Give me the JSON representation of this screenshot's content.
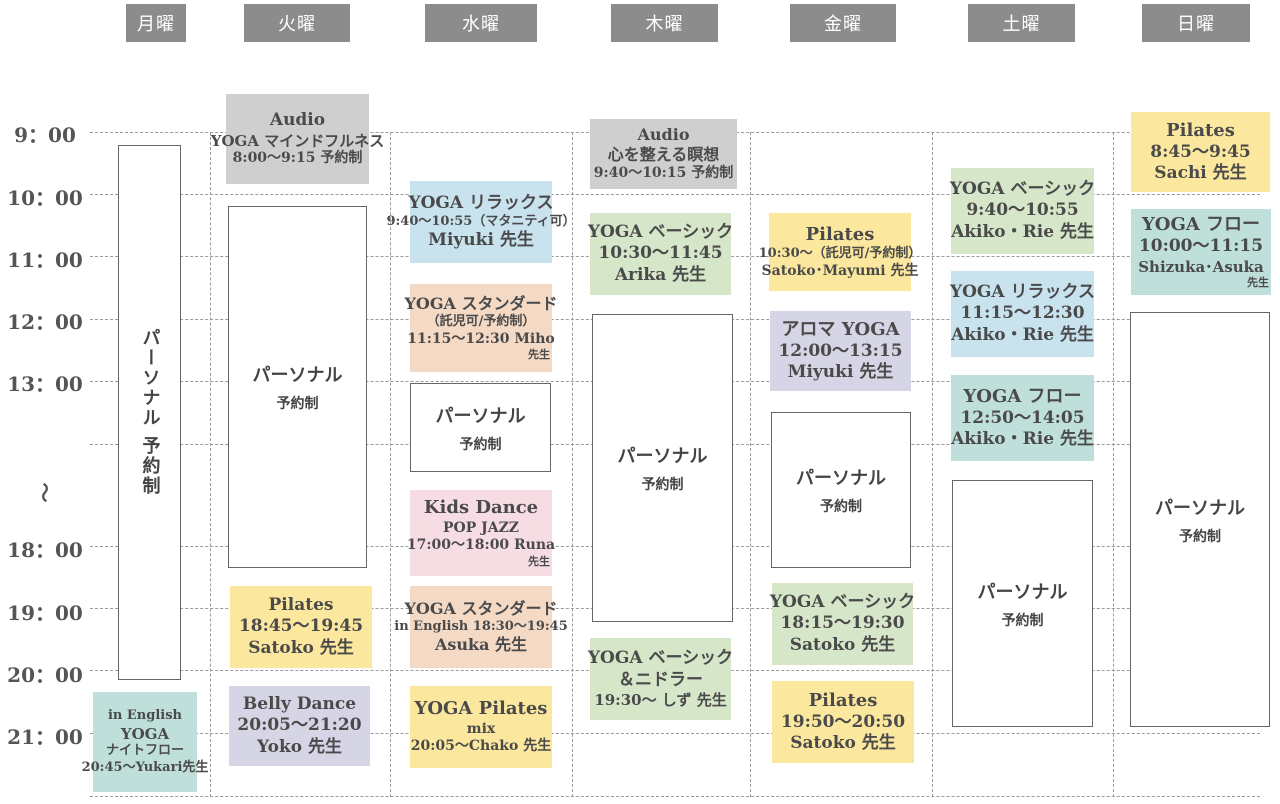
{
  "days": [
    "月曜",
    "火曜",
    "水曜",
    "木曜",
    "金曜",
    "土曜",
    "日曜"
  ],
  "times": [
    "9：00",
    "10：00",
    "11：00",
    "12：00",
    "13：00",
    "～",
    "18：00",
    "19：00",
    "20：00",
    "21：00"
  ],
  "personal": {
    "title": "パーソナル",
    "sub": "予約制",
    "monday_vertical": "パーソナル 予約制"
  },
  "classes": {
    "mon_en_yoga": [
      "in English",
      "YOGA",
      "ナイトフロー",
      "20:45～Yukari先生"
    ],
    "tue_audio": [
      "Audio",
      "YOGA マインドフルネス",
      "8:00～9:15 予約制"
    ],
    "tue_pilates": [
      "Pilates",
      "18:45～19:45",
      "Satoko 先生"
    ],
    "tue_belly": [
      "Belly Dance",
      "20:05～21:20",
      "Yoko 先生"
    ],
    "wed_relax": [
      "YOGA リラックス",
      "9:40～10:55（マタニティ可）",
      "Miyuki 先生"
    ],
    "wed_standard": [
      "YOGA スタンダード",
      "（託児可/予約制）",
      "11:15～12:30 Miho",
      "先生"
    ],
    "wed_kids": [
      "Kids Dance",
      "POP JAZZ",
      "17:00～18:00 Runa",
      "先生"
    ],
    "wed_standard_en": [
      "YOGA スタンダード",
      "in English 18:30～19:45",
      "Asuka 先生"
    ],
    "wed_yoga_pilates": [
      "YOGA Pilates",
      "mix",
      "20:05～Chako 先生"
    ],
    "thu_audio": [
      "Audio",
      "心を整える瞑想",
      "9:40～10:15 予約制"
    ],
    "thu_basic": [
      "YOGA ベーシック",
      "10:30～11:45",
      "Arika 先生"
    ],
    "thu_basic_nidra": [
      "YOGA ベーシック",
      "＆ニドラー",
      "19:30～ しず 先生"
    ],
    "fri_pilates": [
      "Pilates",
      "10:30～（託児可/予約制）",
      "Satoko･Mayumi 先生"
    ],
    "fri_aroma": [
      "アロマ YOGA",
      "12:00～13:15",
      "Miyuki 先生"
    ],
    "fri_basic": [
      "YOGA ベーシック",
      "18:15～19:30",
      "Satoko 先生"
    ],
    "fri_pilates_night": [
      "Pilates",
      "19:50～20:50",
      "Satoko 先生"
    ],
    "sat_basic": [
      "YOGA ベーシック",
      "9:40～10:55",
      "Akiko・Rie 先生"
    ],
    "sat_relax": [
      "YOGA リラックス",
      "11:15～12:30",
      "Akiko・Rie 先生"
    ],
    "sat_flow": [
      "YOGA フロー",
      "12:50～14:05",
      "Akiko・Rie 先生"
    ],
    "sun_pilates": [
      "Pilates",
      "8:45～9:45",
      "Sachi 先生"
    ],
    "sun_flow": [
      "YOGA フロー",
      "10:00～11:15",
      "Shizuka･Asuka",
      "先生"
    ]
  },
  "colors": {
    "header": "#8c8c8c",
    "audio": "#cfcfcf",
    "relax": "#c9e3ee",
    "standard": "#f4d9c5",
    "kids": "#f6dde3",
    "pilates": "#fbe79e",
    "basic": "#d6e6c9",
    "aroma": "#d5d5e6",
    "flow": "#bfe0da"
  }
}
